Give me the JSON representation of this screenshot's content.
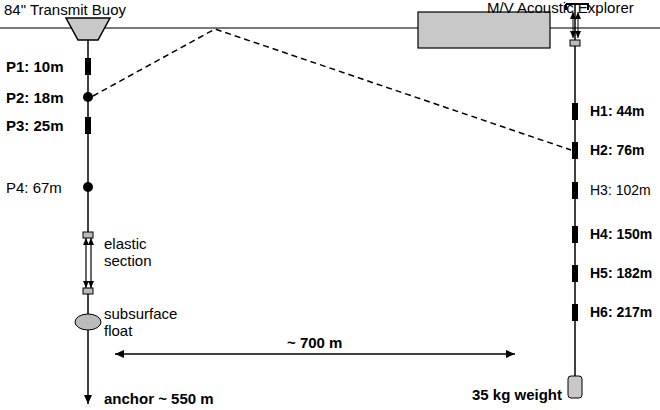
{
  "diagram": {
    "labels": [
      "84\" Transmit Buoy",
      "M/V Acoustic Explorer",
      "P1: 10m",
      "P2: 18m",
      "P3: 25m",
      "P4: 67m",
      "elastic section",
      "subsurface float",
      "anchor ~ 550 m",
      "~ 700 m",
      "H1: 44m",
      "H2: 76m",
      "H3: 102m",
      "H4: 150m",
      "H5: 182m",
      "H6: 217m",
      "35 kg weight"
    ]
  }
}
